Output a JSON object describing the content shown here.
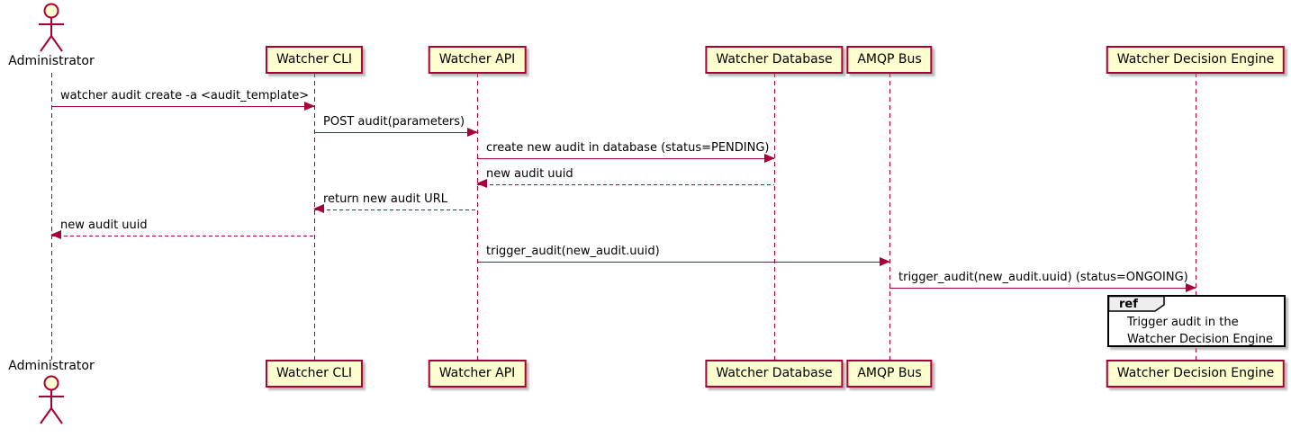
{
  "diagram": {
    "type": "uml-sequence-diagram",
    "colors": {
      "stroke": "#A80036",
      "participant_fill": "#FEFECE",
      "ref_border": "#000000",
      "ref_header_fill": "#EEEEEE",
      "text": "#000000",
      "background": "#FFFFFF"
    },
    "actor": {
      "name": "Administrator"
    },
    "participants": [
      {
        "name": "Watcher CLI"
      },
      {
        "name": "Watcher API"
      },
      {
        "name": "Watcher Database"
      },
      {
        "name": "AMQP Bus"
      },
      {
        "name": "Watcher Decision Engine"
      }
    ],
    "messages": [
      {
        "from": "Administrator",
        "to": "Watcher CLI",
        "text": "watcher audit create -a <audit_template>",
        "line": "solid",
        "direction": "right"
      },
      {
        "from": "Watcher CLI",
        "to": "Watcher API",
        "text": "POST audit(parameters)",
        "line": "solid",
        "direction": "right"
      },
      {
        "from": "Watcher API",
        "to": "Watcher Database",
        "text": "create new audit in database (status=PENDING)",
        "line": "solid",
        "direction": "right"
      },
      {
        "from": "Watcher Database",
        "to": "Watcher API",
        "text": "new audit uuid",
        "line": "dashed",
        "direction": "left"
      },
      {
        "from": "Watcher API",
        "to": "Watcher CLI",
        "text": "return new audit URL",
        "line": "dashed",
        "direction": "left"
      },
      {
        "from": "Watcher CLI",
        "to": "Administrator",
        "text": "new audit uuid",
        "line": "dashed",
        "direction": "left"
      },
      {
        "from": "Watcher API",
        "to": "AMQP Bus",
        "text": "trigger_audit(new_audit.uuid)",
        "line": "solid",
        "direction": "right"
      },
      {
        "from": "AMQP Bus",
        "to": "Watcher Decision Engine",
        "text": "trigger_audit(new_audit.uuid) (status=ONGOING)",
        "line": "solid",
        "direction": "right"
      }
    ],
    "ref": {
      "keyword": "ref",
      "over": "Watcher Decision Engine",
      "lines": [
        "Trigger audit in the",
        "Watcher Decision Engine"
      ]
    }
  }
}
